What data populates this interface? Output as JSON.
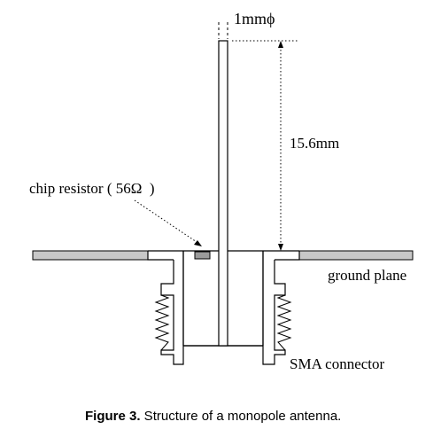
{
  "diagram": {
    "labels": {
      "diameter": "1mmϕ",
      "height": "15.6mm",
      "chip_resistor": "chip resistor ( 56Ω  )",
      "ground_plane": "ground plane",
      "sma_connector": "SMA connector"
    },
    "colors": {
      "ground_plane_fill": "#c8c8c8",
      "resistor_fill": "#9a9a9a",
      "line": "#000000"
    }
  },
  "caption": {
    "prefix": "Figure 3.",
    "text": " Structure of a monopole antenna."
  }
}
